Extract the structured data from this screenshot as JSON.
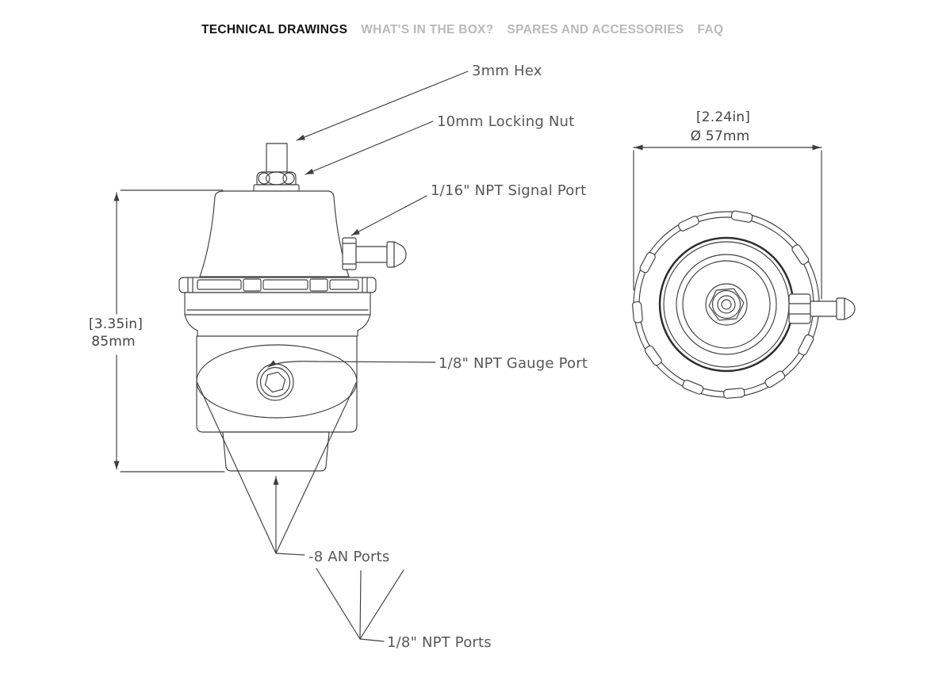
{
  "tabs": [
    {
      "label": "TECHNICAL DRAWINGS",
      "active": true
    },
    {
      "label": "WHAT'S IN THE BOX?",
      "active": false
    },
    {
      "label": "SPARES AND ACCESSORIES",
      "active": false
    },
    {
      "label": "FAQ",
      "active": false
    }
  ],
  "drawing": {
    "callouts": {
      "hex": "3mm Hex",
      "locking_nut": "10mm Locking Nut",
      "signal_port": "1/16\" NPT Signal Port",
      "gauge_port": "1/8\" NPT Gauge Port",
      "an_ports": "-8 AN Ports",
      "npt_ports": "1/8\" NPT Ports"
    },
    "dimensions": {
      "height_in": "[3.35in]",
      "height_mm": "85mm",
      "diameter_in": "[2.24in]",
      "diameter_mm": "Ø 57mm"
    },
    "colors": {
      "line": "#3e3e3e",
      "label_text": "#575757",
      "tab_active": "#111111",
      "tab_inactive": "#b9b9b9"
    }
  }
}
